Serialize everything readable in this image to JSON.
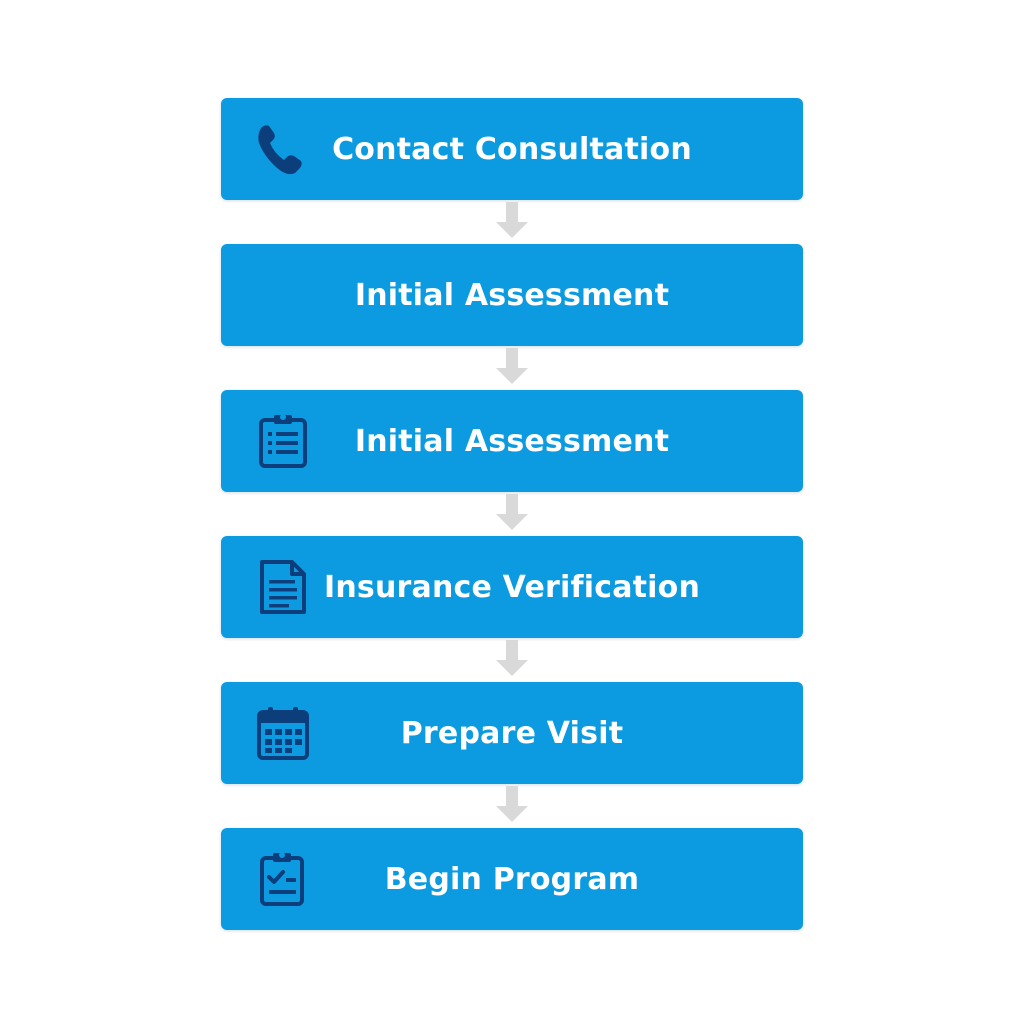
{
  "colors": {
    "step_fill": "#0c9be0",
    "icon_color": "#0b3e7a",
    "label_color": "#ffffff",
    "arrow_color": "#d9d9d9",
    "background": "#ffffff"
  },
  "steps": [
    {
      "label": "Contact Consultation",
      "icon": "phone-icon"
    },
    {
      "label": "Initial Assessment",
      "icon": ""
    },
    {
      "label": "Initial Assessment",
      "icon": "clipboard-list-icon"
    },
    {
      "label": "Insurance Verification",
      "icon": "document-icon"
    },
    {
      "label": "Prepare Visit",
      "icon": "calendar-icon"
    },
    {
      "label": "Begin Program",
      "icon": "clipboard-check-icon"
    }
  ]
}
